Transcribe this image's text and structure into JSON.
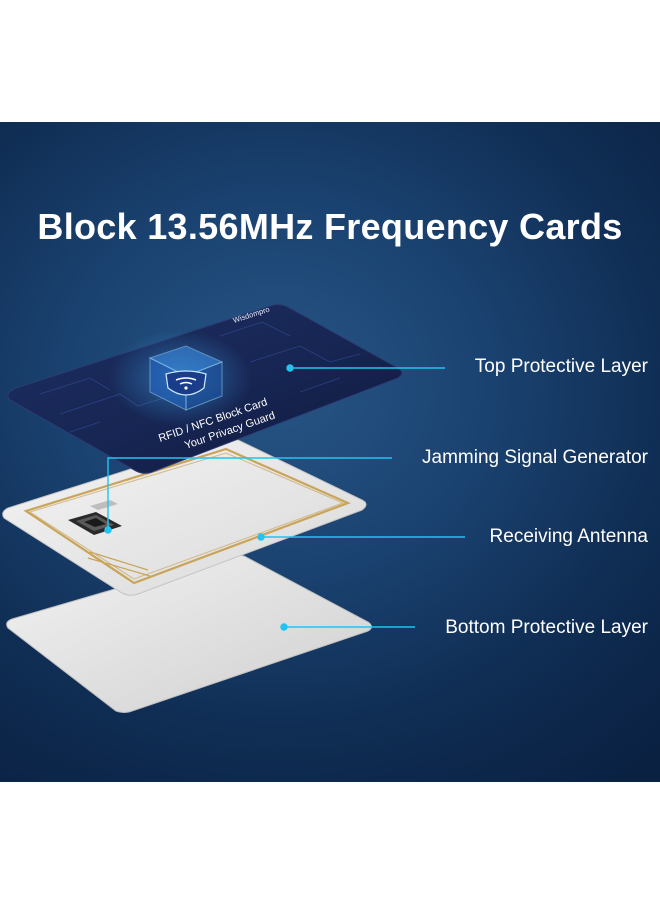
{
  "title": "Block 13.56MHz Frequency Cards",
  "card": {
    "brand": "Wisdompro",
    "line1": "RFID / NFC Block Card",
    "line2": "Your Privacy Guard"
  },
  "callouts": {
    "top_layer": "Top Protective Layer",
    "jamming": "Jamming Signal Generator",
    "antenna": "Receiving Antenna",
    "bottom_layer": "Bottom Protective Layer"
  },
  "colors": {
    "background": "#0f2c52",
    "callout_line": "#23c3f0",
    "antenna_trace": "#c9a45a",
    "top_card": "#16244e"
  }
}
